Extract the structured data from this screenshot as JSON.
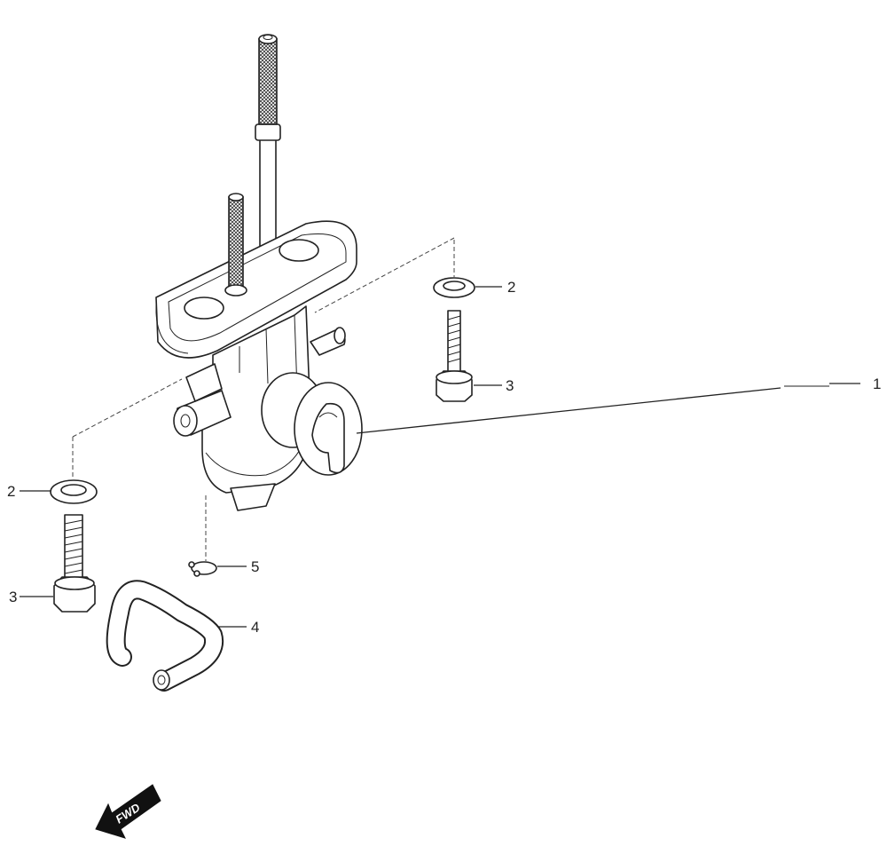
{
  "callouts": [
    {
      "id": "fuel-cock",
      "label": "1"
    },
    {
      "id": "washer-right",
      "label": "2"
    },
    {
      "id": "bolt-right",
      "label": "3"
    },
    {
      "id": "washer-left",
      "label": "2"
    },
    {
      "id": "bolt-left",
      "label": "3"
    },
    {
      "id": "hose",
      "label": "4"
    },
    {
      "id": "clip",
      "label": "5"
    }
  ],
  "direction_arrow": {
    "label": "FWD"
  }
}
